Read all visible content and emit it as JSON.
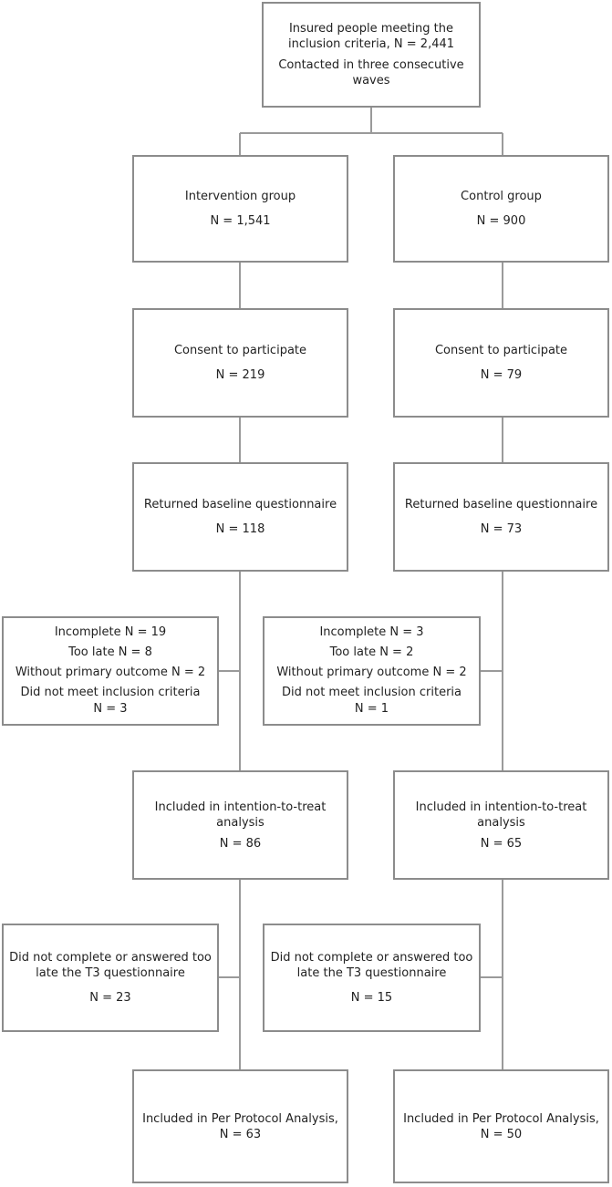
{
  "nodes": {
    "root": {
      "line1": "Insured people meeting the",
      "line2": "inclusion criteria, N = 2,441",
      "line3": "Contacted in three consecutive",
      "line4": "waves"
    },
    "int_group": {
      "label": "Intervention group",
      "n": "N = 1,541"
    },
    "ctl_group": {
      "label": "Control group",
      "n": "N = 900"
    },
    "int_consent": {
      "label": "Consent to participate",
      "n": "N = 219"
    },
    "ctl_consent": {
      "label": "Consent to participate",
      "n": "N = 79"
    },
    "int_baseline": {
      "label": "Returned baseline questionnaire",
      "n": "N = 118"
    },
    "ctl_baseline": {
      "label": "Returned baseline questionnaire",
      "n": "N = 73"
    },
    "int_excl": {
      "incomplete": "Incomplete N = 19",
      "late": "Too late N = 8",
      "noprimary": "Without primary outcome N = 2",
      "criteria": "Did not meet inclusion criteria",
      "criteria_n": "N = 3"
    },
    "ctl_excl": {
      "incomplete": "Incomplete N = 3",
      "late": "Too late N = 2",
      "noprimary": "Without primary outcome N = 2",
      "criteria": "Did not meet inclusion criteria",
      "criteria_n": "N = 1"
    },
    "int_itt": {
      "line1": "Included in intention-to-treat",
      "line2": "analysis",
      "n": "N = 86"
    },
    "ctl_itt": {
      "line1": "Included in intention-to-treat",
      "line2": "analysis",
      "n": "N = 65"
    },
    "int_t3": {
      "line1": "Did not complete or answered too",
      "line2": "late the T3 questionnaire",
      "n": "N = 23"
    },
    "ctl_t3": {
      "line1": "Did not complete or answered too",
      "line2": "late the T3 questionnaire",
      "n": "N = 15"
    },
    "int_pp": {
      "line1": "Included in Per Protocol Analysis,",
      "n": "N = 63"
    },
    "ctl_pp": {
      "line1": "Included in Per Protocol Analysis,",
      "n": "N = 50"
    }
  },
  "colors": {
    "border": "#8c8c8c",
    "text": "#222222"
  }
}
